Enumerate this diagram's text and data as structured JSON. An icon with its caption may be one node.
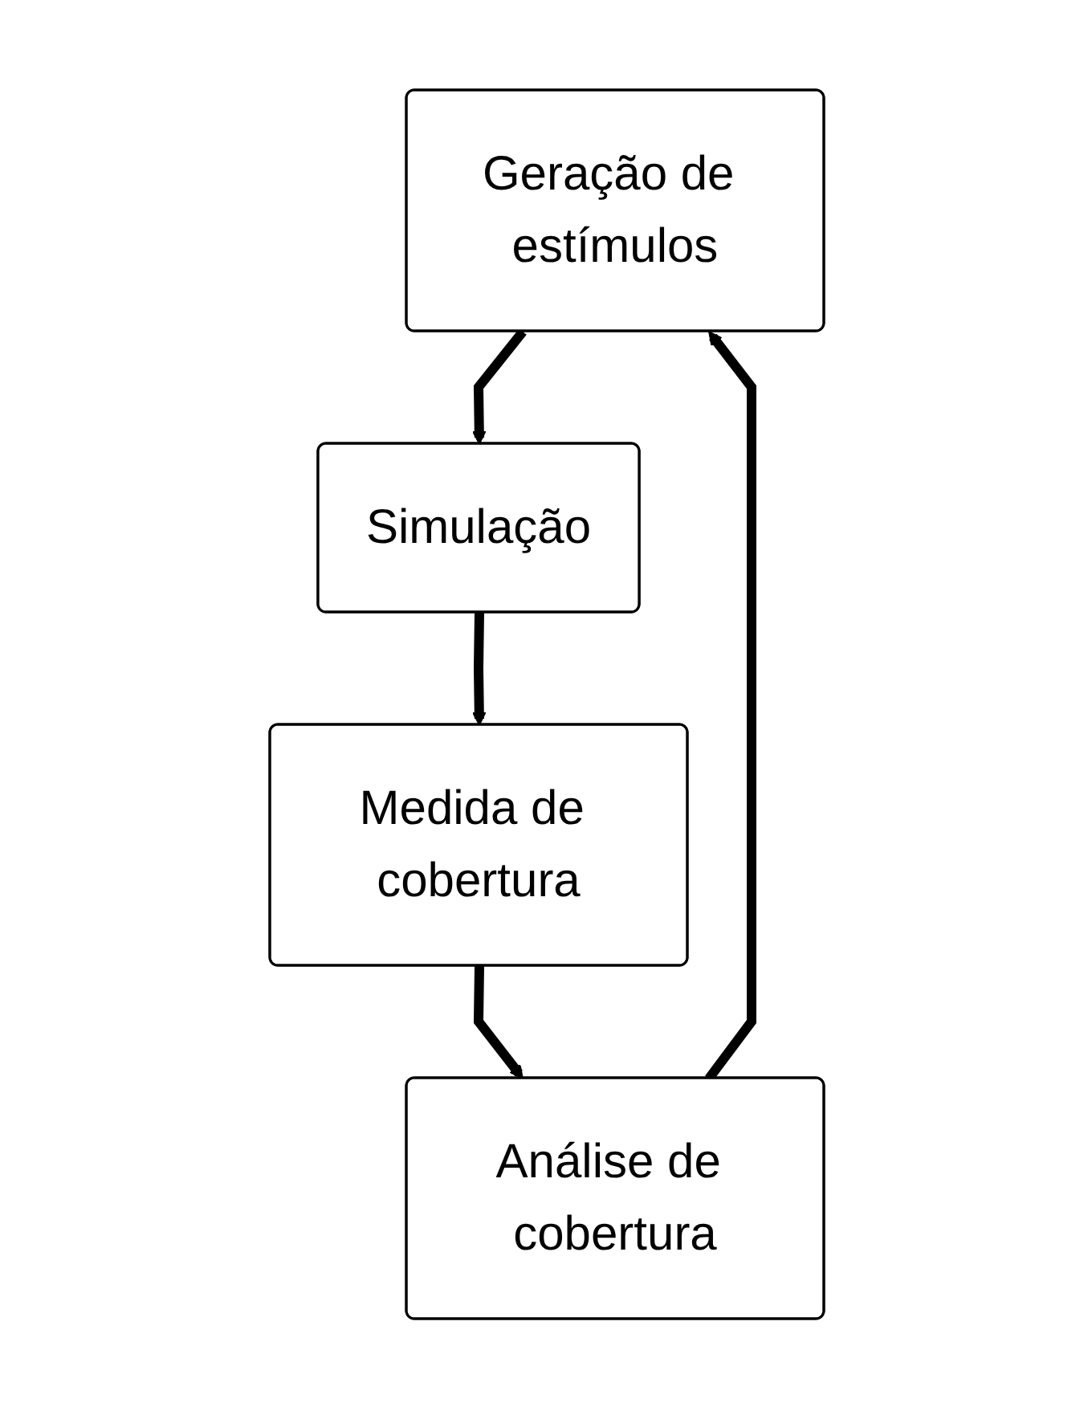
{
  "diagram": {
    "nodes": [
      {
        "text": [
          "Geração de estímulos"
        ]
      },
      {
        "text": [
          "Simulação"
        ]
      },
      {
        "text": [
          "Medida de cobertura"
        ]
      },
      {
        "text": [
          "Análise de cobertura"
        ]
      }
    ],
    "edges": [
      {
        "from": 0,
        "to": 1,
        "arrow": "to"
      },
      {
        "from": 1,
        "to": 2,
        "arrow": "to"
      },
      {
        "from": 2,
        "to": 3,
        "arrow": "to"
      },
      {
        "from": 3,
        "to": 0,
        "arrow": "to"
      }
    ]
  }
}
